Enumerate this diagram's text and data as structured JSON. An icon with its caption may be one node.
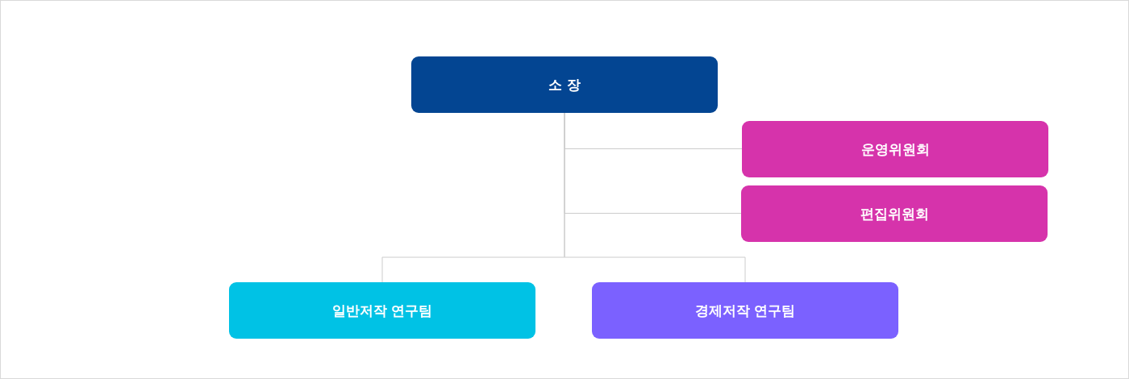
{
  "diagram": {
    "nodes": [
      {
        "text": [
          "소 장"
        ]
      },
      {
        "text": [
          "운영위원회"
        ]
      },
      {
        "text": [
          "편집위원회"
        ]
      },
      {
        "text": [
          "일반저작 연구팀"
        ]
      },
      {
        "text": [
          "경제저작 연구팀"
        ]
      }
    ],
    "edges": [
      {
        "from": 0,
        "to": 1,
        "arrow": "none"
      },
      {
        "from": 0,
        "to": 2,
        "arrow": "none"
      },
      {
        "from": 0,
        "to": 3,
        "arrow": "none"
      },
      {
        "from": 0,
        "to": 4,
        "arrow": "none"
      }
    ]
  }
}
